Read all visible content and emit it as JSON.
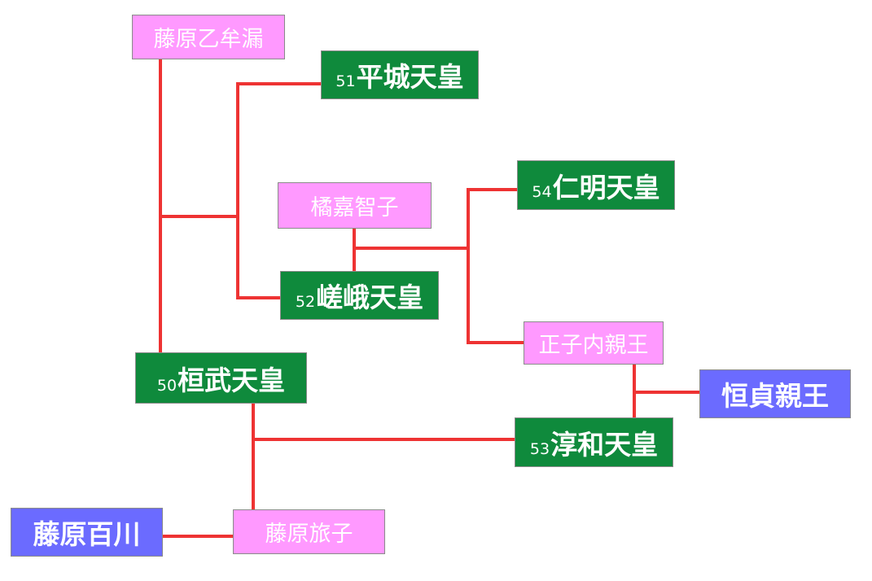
{
  "colors": {
    "emperor": "#0f8a3c",
    "consort": "#ff99ff",
    "noble": "#6b6bff",
    "line": "#ee3333",
    "text": "#ffffff"
  },
  "nodes": {
    "fujiwara_otomuro": {
      "name": "藤原乙牟漏"
    },
    "heizei": {
      "number": "51",
      "name": "平城天皇"
    },
    "tachibana_kachiko": {
      "name": "橘嘉智子"
    },
    "ninmyo": {
      "number": "54",
      "name": "仁明天皇"
    },
    "saga": {
      "number": "52",
      "name": "嵯峨天皇"
    },
    "seishi": {
      "name": "正子内親王"
    },
    "kanmu": {
      "number": "50",
      "name": "桓武天皇"
    },
    "tsunesada": {
      "name": "恒貞親王"
    },
    "junna": {
      "number": "53",
      "name": "淳和天皇"
    },
    "fujiwara_momokawa": {
      "name": "藤原百川"
    },
    "fujiwara_tabiko": {
      "name": "藤原旅子"
    }
  }
}
